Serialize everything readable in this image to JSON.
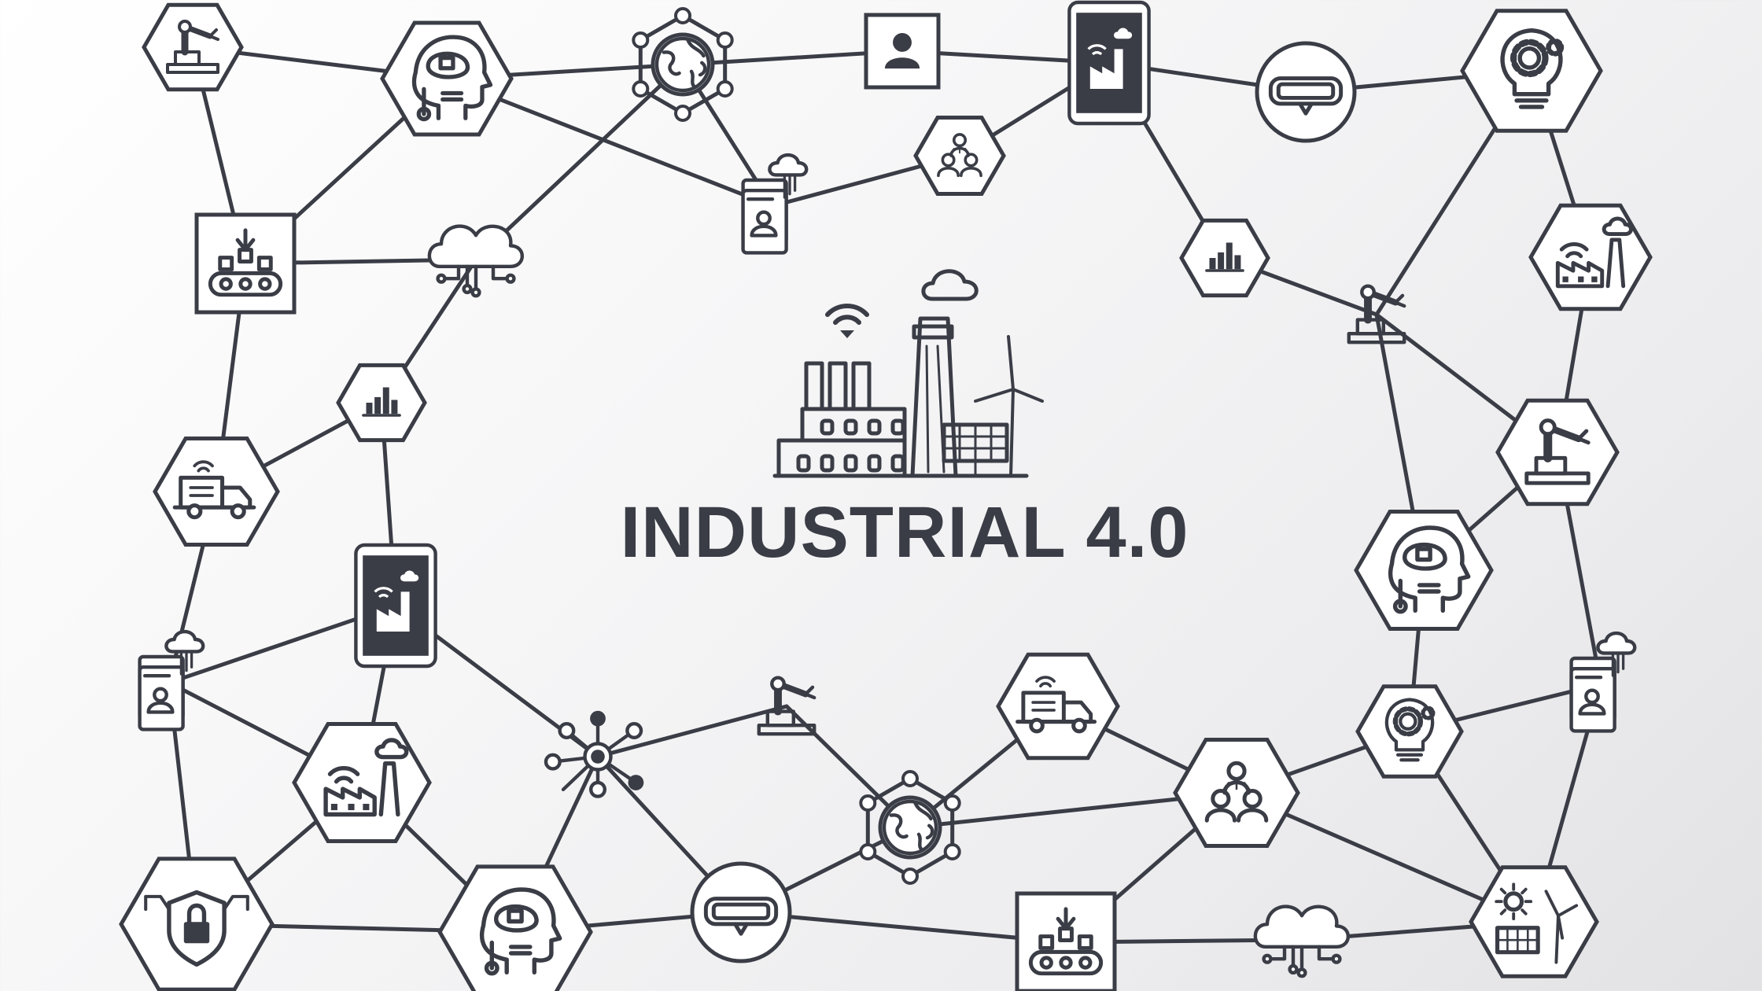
{
  "title": "INDUSTRIAL 4.0",
  "colors": {
    "stroke": "#3a3d46",
    "fill": "#ffffff",
    "dark": "#3a3d46"
  },
  "nodes": [
    {
      "id": "robot-arm-1",
      "shape": "hex",
      "icon": "robot-arm-icon"
    },
    {
      "id": "ai-head-1",
      "shape": "hex",
      "icon": "ai-head-icon"
    },
    {
      "id": "globe-1",
      "shape": "molecule",
      "icon": "globe-icon"
    },
    {
      "id": "user-1",
      "shape": "square",
      "icon": "user-icon"
    },
    {
      "id": "phone-1",
      "shape": "phone",
      "icon": "smart-factory-phone-icon"
    },
    {
      "id": "vr-1",
      "shape": "circle",
      "icon": "vr-headset-icon"
    },
    {
      "id": "bulb-1",
      "shape": "hex",
      "icon": "gear-bulb-icon"
    },
    {
      "id": "conveyor-1",
      "shape": "square",
      "icon": "conveyor-icon"
    },
    {
      "id": "cloud-1",
      "shape": "none",
      "icon": "cloud-network-icon"
    },
    {
      "id": "cloud-doc-1",
      "shape": "none",
      "icon": "cloud-document-icon"
    },
    {
      "id": "team-1",
      "shape": "hex",
      "icon": "team-icon"
    },
    {
      "id": "chart-1",
      "shape": "hex",
      "icon": "bar-chart-icon"
    },
    {
      "id": "factory-1",
      "shape": "hex",
      "icon": "smart-factory-icon"
    },
    {
      "id": "robot-arm-2",
      "shape": "none",
      "icon": "robot-arm-icon"
    },
    {
      "id": "chart-2",
      "shape": "hex",
      "icon": "bar-chart-icon"
    },
    {
      "id": "robot-arm-3",
      "shape": "hex",
      "icon": "robot-arm-icon"
    },
    {
      "id": "truck-1",
      "shape": "hex",
      "icon": "delivery-truck-icon"
    },
    {
      "id": "ai-head-2",
      "shape": "hex",
      "icon": "ai-head-icon"
    },
    {
      "id": "phone-2",
      "shape": "phone",
      "icon": "smart-factory-phone-icon"
    },
    {
      "id": "cloud-doc-2",
      "shape": "none",
      "icon": "cloud-document-icon"
    },
    {
      "id": "cloud-doc-3",
      "shape": "none",
      "icon": "cloud-document-icon"
    },
    {
      "id": "robot-arm-4",
      "shape": "none",
      "icon": "robot-arm-icon"
    },
    {
      "id": "truck-2",
      "shape": "hex",
      "icon": "delivery-truck-icon"
    },
    {
      "id": "bulb-2",
      "shape": "hex",
      "icon": "gear-bulb-icon"
    },
    {
      "id": "factory-2",
      "shape": "hex",
      "icon": "smart-factory-icon"
    },
    {
      "id": "hub-1",
      "shape": "hub",
      "icon": "network-hub-icon"
    },
    {
      "id": "team-2",
      "shape": "hex",
      "icon": "team-icon"
    },
    {
      "id": "globe-2",
      "shape": "molecule",
      "icon": "globe-icon"
    },
    {
      "id": "lock-1",
      "shape": "hex",
      "icon": "security-lock-icon"
    },
    {
      "id": "ai-head-3",
      "shape": "hex",
      "icon": "ai-head-icon"
    },
    {
      "id": "vr-2",
      "shape": "circle",
      "icon": "vr-headset-icon"
    },
    {
      "id": "conveyor-2",
      "shape": "square",
      "icon": "conveyor-icon"
    },
    {
      "id": "cloud-2",
      "shape": "none",
      "icon": "cloud-network-icon"
    },
    {
      "id": "renewable-1",
      "shape": "hex",
      "icon": "renewable-energy-icon"
    }
  ],
  "edges": [
    [
      "robot-arm-1",
      "ai-head-1"
    ],
    [
      "robot-arm-1",
      "conveyor-1"
    ],
    [
      "ai-head-1",
      "globe-1"
    ],
    [
      "ai-head-1",
      "conveyor-1"
    ],
    [
      "ai-head-1",
      "cloud-doc-1"
    ],
    [
      "globe-1",
      "user-1"
    ],
    [
      "globe-1",
      "cloud-doc-1"
    ],
    [
      "globe-1",
      "cloud-1"
    ],
    [
      "user-1",
      "phone-1"
    ],
    [
      "phone-1",
      "vr-1"
    ],
    [
      "phone-1",
      "team-1"
    ],
    [
      "phone-1",
      "chart-2"
    ],
    [
      "vr-1",
      "bulb-1"
    ],
    [
      "cloud-doc-1",
      "team-1"
    ],
    [
      "conveyor-1",
      "cloud-1"
    ],
    [
      "conveyor-1",
      "truck-1"
    ],
    [
      "cloud-1",
      "chart-1"
    ],
    [
      "chart-1",
      "truck-1"
    ],
    [
      "chart-1",
      "phone-2"
    ],
    [
      "truck-1",
      "cloud-doc-2"
    ],
    [
      "phone-2",
      "cloud-doc-2"
    ],
    [
      "phone-2",
      "factory-2"
    ],
    [
      "phone-2",
      "hub-1"
    ],
    [
      "cloud-doc-2",
      "factory-2"
    ],
    [
      "cloud-doc-2",
      "lock-1"
    ],
    [
      "factory-2",
      "lock-1"
    ],
    [
      "factory-2",
      "ai-head-3"
    ],
    [
      "lock-1",
      "ai-head-3"
    ],
    [
      "ai-head-3",
      "hub-1"
    ],
    [
      "ai-head-3",
      "vr-2"
    ],
    [
      "hub-1",
      "robot-arm-4"
    ],
    [
      "hub-1",
      "vr-2"
    ],
    [
      "robot-arm-4",
      "globe-2"
    ],
    [
      "vr-2",
      "globe-2"
    ],
    [
      "vr-2",
      "conveyor-2"
    ],
    [
      "globe-2",
      "truck-2"
    ],
    [
      "globe-2",
      "team-2"
    ],
    [
      "truck-2",
      "team-2"
    ],
    [
      "conveyor-2",
      "team-2"
    ],
    [
      "conveyor-2",
      "cloud-2"
    ],
    [
      "cloud-2",
      "renewable-1"
    ],
    [
      "team-2",
      "bulb-2"
    ],
    [
      "team-2",
      "renewable-1"
    ],
    [
      "bulb-2",
      "ai-head-2"
    ],
    [
      "bulb-2",
      "cloud-doc-3"
    ],
    [
      "bulb-2",
      "renewable-1"
    ],
    [
      "cloud-doc-3",
      "renewable-1"
    ],
    [
      "cloud-doc-3",
      "robot-arm-3"
    ],
    [
      "robot-arm-3",
      "factory-1"
    ],
    [
      "robot-arm-3",
      "robot-arm-2"
    ],
    [
      "robot-arm-3",
      "ai-head-2"
    ],
    [
      "ai-head-2",
      "robot-arm-2"
    ],
    [
      "factory-1",
      "bulb-1"
    ],
    [
      "bulb-1",
      "robot-arm-2"
    ],
    [
      "robot-arm-2",
      "chart-2"
    ]
  ]
}
